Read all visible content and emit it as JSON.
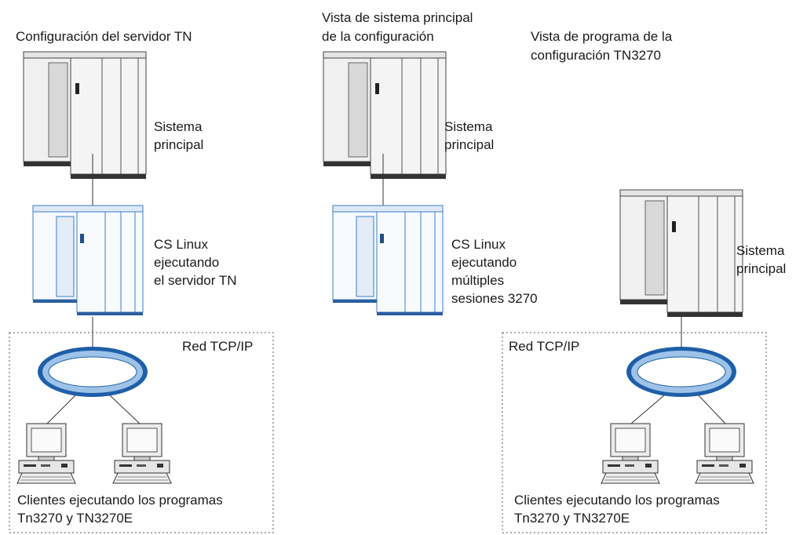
{
  "panels": [
    {
      "title": "Configuración del servidor TN",
      "host_label_1": "Sistema",
      "host_label_2": "principal",
      "server_label_1": "CS Linux",
      "server_label_2": "ejecutando",
      "server_label_3": "el servidor TN",
      "network_label": "Red TCP/IP",
      "clients_label_1": "Clientes ejecutando los programas",
      "clients_label_2": "Tn3270 y TN3270E"
    },
    {
      "title_1": "Vista de sistema principal",
      "title_2": "de la configuración",
      "host_label_1": "Sistema",
      "host_label_2": "principal",
      "server_label_1": "CS Linux",
      "server_label_2": "ejecutando",
      "server_label_3": "múltiples",
      "server_label_4": "sesiones 3270"
    },
    {
      "title_1": "Vista de programa de la",
      "title_2": "configuración TN3270",
      "host_label_1": "Sistema",
      "host_label_2": "principal",
      "network_label": "Red TCP/IP",
      "clients_label_1": "Clientes ejecutando los programas",
      "clients_label_2": "Tn3270 y TN3270E"
    }
  ],
  "colors": {
    "host": "#6e6e6e",
    "server": "#3a7ec9",
    "network_ring": "#1f5fa8",
    "network_fill": "#9ec3e8"
  }
}
